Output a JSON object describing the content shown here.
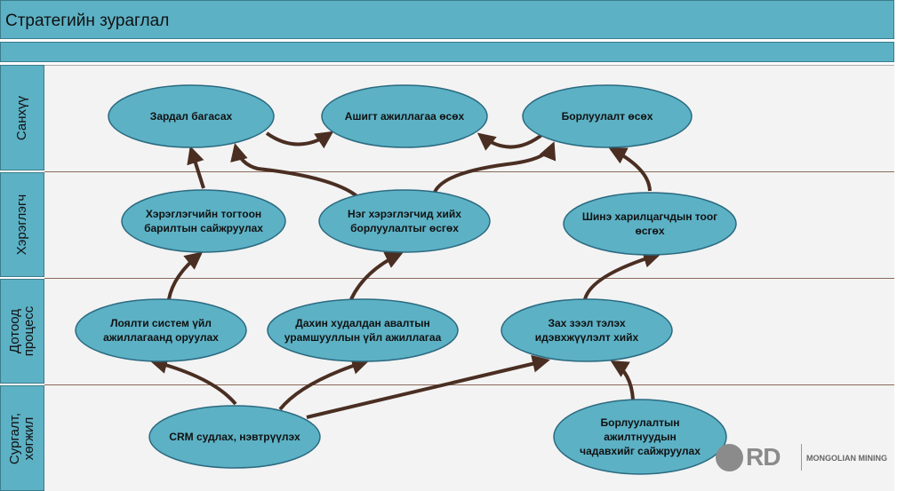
{
  "header": {
    "title": "Стратегийн зураглал"
  },
  "lanes": [
    {
      "id": "finance",
      "label": [
        "Санхүү"
      ]
    },
    {
      "id": "customer",
      "label": [
        "Хэрэглэгч"
      ]
    },
    {
      "id": "internal",
      "label": [
        "Дотоод",
        "процесс"
      ]
    },
    {
      "id": "learning",
      "label": [
        "Сургалт,",
        "хөгжил"
      ]
    }
  ],
  "nodes": [
    {
      "id": "cost",
      "lines": [
        "Зардал багасах"
      ]
    },
    {
      "id": "profit",
      "lines": [
        "Ашигт ажиллагаа өсөх"
      ]
    },
    {
      "id": "sales",
      "lines": [
        "Борлуулалт өсөх"
      ]
    },
    {
      "id": "retention",
      "lines": [
        "Хэрэглэгчийн тогтоон",
        "барилтын сайжруулах"
      ]
    },
    {
      "id": "per-customer",
      "lines": [
        "Нэг хэрэглэгчид хийх",
        "борлуулалтыг өсгөх"
      ]
    },
    {
      "id": "new-customers",
      "lines": [
        "Шинэ харилцагчдын тоог",
        "өсгөх"
      ]
    },
    {
      "id": "loyalty",
      "lines": [
        "Лоялти систем үйл",
        "ажиллагаанд оруулах"
      ]
    },
    {
      "id": "repurchase",
      "lines": [
        "Дахин худалдан авалтын",
        "урамшууллын үйл ажиллагаа"
      ]
    },
    {
      "id": "marketing",
      "lines": [
        "Зах зээл тэлэх",
        "идэвхжүүлэлт хийх"
      ]
    },
    {
      "id": "crm",
      "lines": [
        "CRM судлах, нэвтрүүлэх"
      ]
    },
    {
      "id": "sales-skills",
      "lines": [
        "Борлуулалтын",
        "ажилтнуудын",
        "чадавхийг сайжруулах"
      ]
    }
  ],
  "edges": [
    {
      "from": "cost",
      "to": "profit"
    },
    {
      "from": "sales",
      "to": "profit"
    },
    {
      "from": "retention",
      "to": "cost"
    },
    {
      "from": "per-customer",
      "to": "cost"
    },
    {
      "from": "per-customer",
      "to": "sales"
    },
    {
      "from": "new-customers",
      "to": "sales"
    },
    {
      "from": "loyalty",
      "to": "retention"
    },
    {
      "from": "repurchase",
      "to": "per-customer"
    },
    {
      "from": "marketing",
      "to": "new-customers"
    },
    {
      "from": "crm",
      "to": "loyalty"
    },
    {
      "from": "crm",
      "to": "repurchase"
    },
    {
      "from": "crm",
      "to": "marketing"
    },
    {
      "from": "sales-skills",
      "to": "marketing"
    }
  ],
  "logo": {
    "mark": "RD",
    "text": "MONGOLIAN MINING"
  },
  "colors": {
    "lane_header": "#5cb1c5",
    "node_fill": "#5cb1c5",
    "node_stroke": "#2b6a80",
    "arrow": "#4a2e22",
    "lane_bg": "#f3f3f3"
  }
}
